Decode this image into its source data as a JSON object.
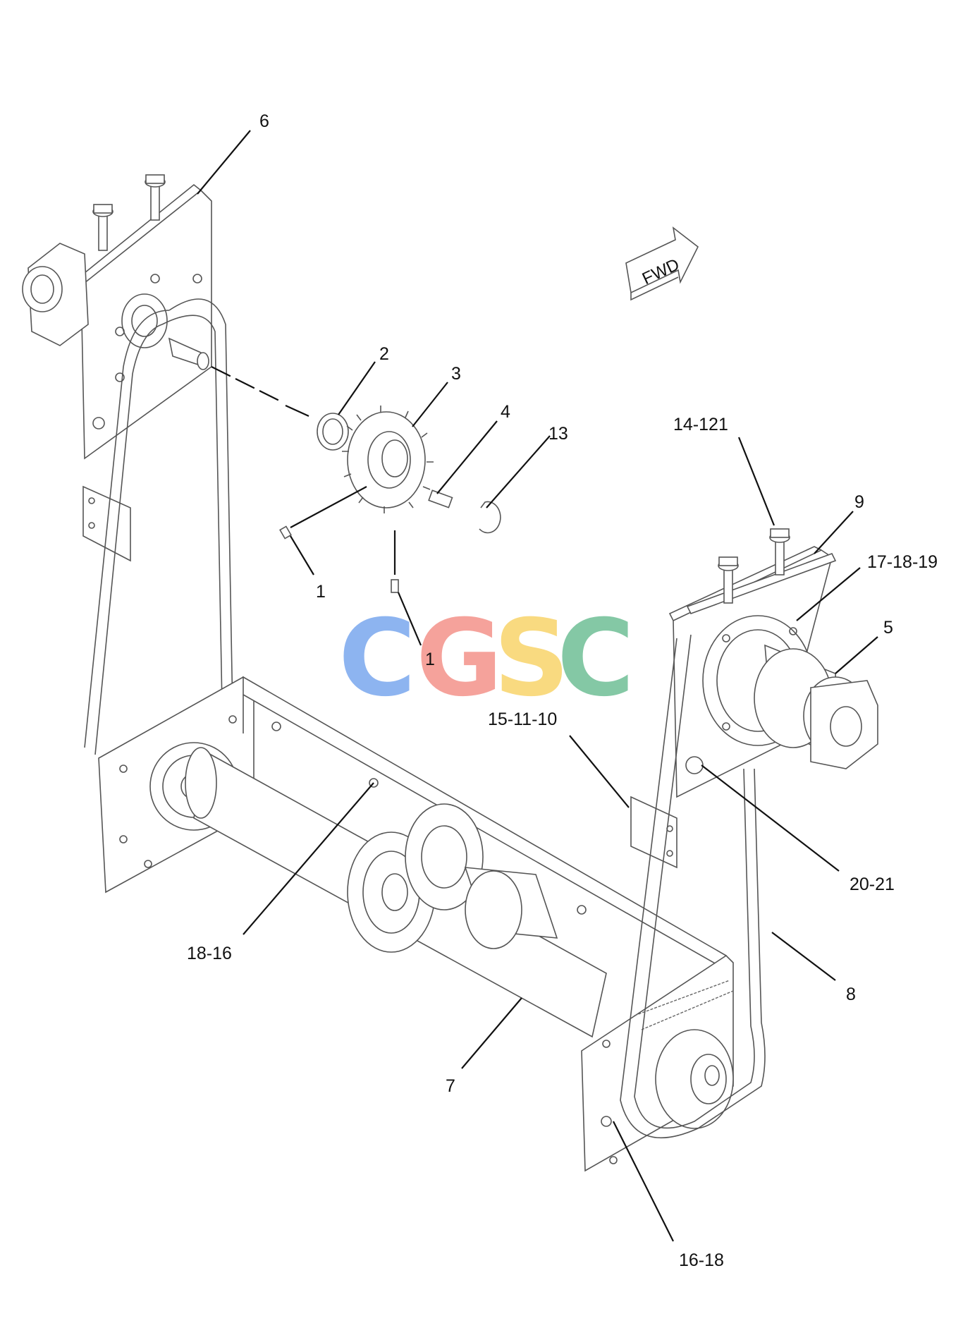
{
  "labels": {
    "l6": "6",
    "l2": "2",
    "l3": "3",
    "l4": "4",
    "l13": "13",
    "l14_121": "14-121",
    "l9": "9",
    "l17_18_19": "17-18-19",
    "l5": "5",
    "l1a": "1",
    "l1b": "1",
    "l15_11_10": "15-11-10",
    "l20_21": "20-21",
    "l18_16": "18-16",
    "l8": "8",
    "l7": "7",
    "l16_18": "16-18"
  },
  "arrow": {
    "text": "FWD"
  },
  "watermark": {
    "letters": [
      "C",
      "G",
      "S",
      "C"
    ],
    "colors": [
      "#7aa7ee",
      "#f4928a",
      "#f8d46a",
      "#6fbf96"
    ]
  }
}
